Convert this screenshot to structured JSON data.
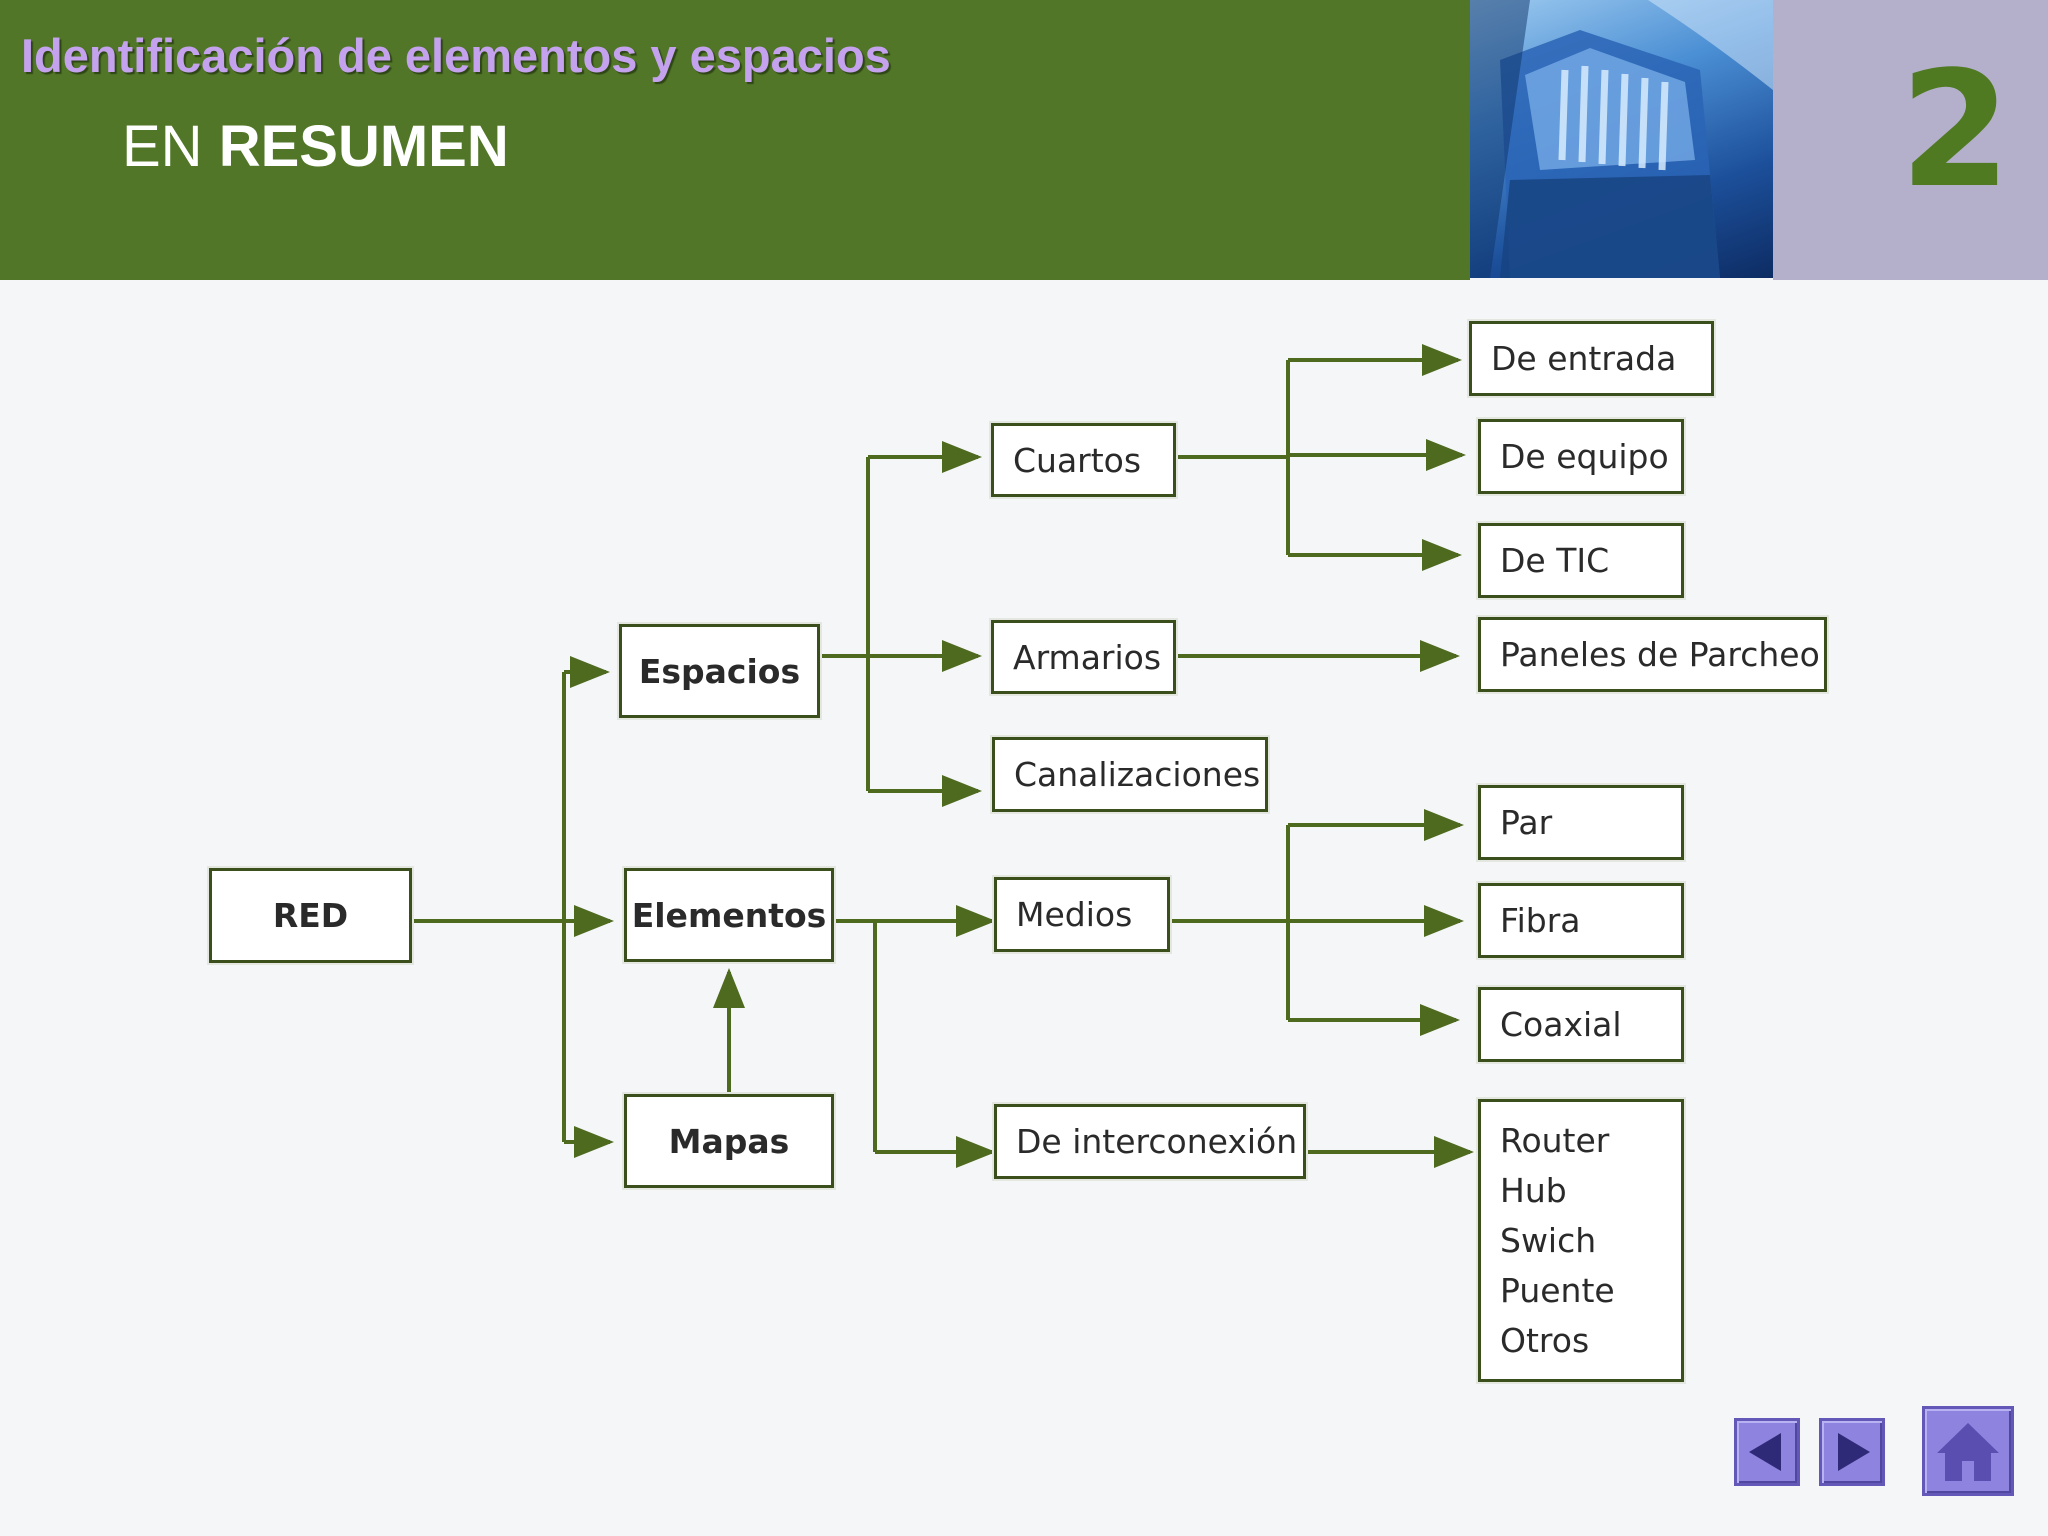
{
  "header": {
    "title": "Identificación de elementos y espacios",
    "subtitle_prefix": "EN",
    "subtitle_bold": "RESUMEN",
    "chapter_number": "2",
    "background_color": "#517627",
    "title_color": "#c4a2ee"
  },
  "diagram": {
    "red": "RED",
    "espacios": "Espacios",
    "elementos": "Elementos",
    "mapas": "Mapas",
    "cuartos": "Cuartos",
    "armarios": "Armarios",
    "canalizaciones": "Canalizaciones",
    "medios": "Medios",
    "de_interconexion": "De interconexión",
    "de_entrada": "De entrada",
    "de_equipo": "De equipo",
    "de_tic": "De TIC",
    "paneles_de_parcheo": "Paneles de Parcheo",
    "par": "Par",
    "fibra": "Fibra",
    "coaxial": "Coaxial",
    "dispositivos": [
      "Router",
      "Hub",
      "Swich",
      "Puente",
      "Otros"
    ],
    "connector_color": "#4d6a1f"
  },
  "navigation": {
    "prev_icon": "arrow-left-icon",
    "next_icon": "arrow-right-icon",
    "home_icon": "home-icon",
    "button_color": "#8e84e0"
  }
}
